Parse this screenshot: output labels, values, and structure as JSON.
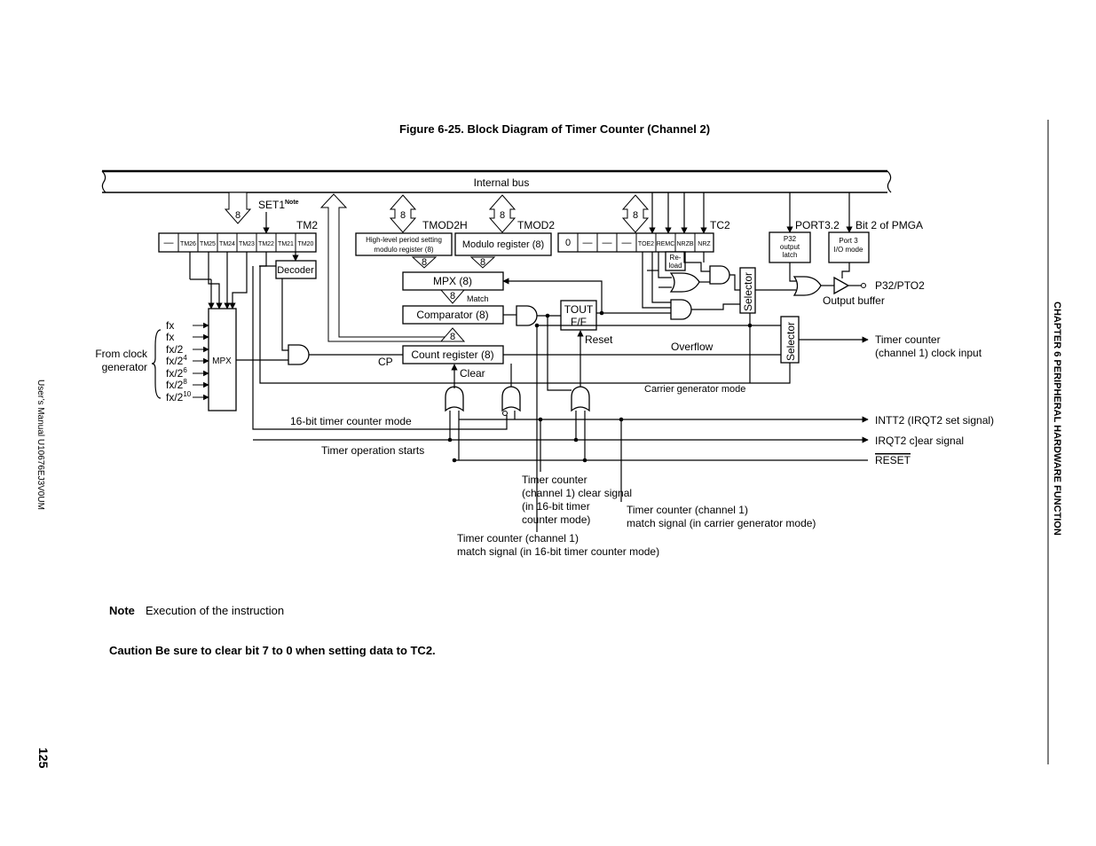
{
  "figure_title": "Figure 6-25.  Block Diagram of Timer Counter (Channel 2)",
  "side_header": "CHAPTER 6   PERIPHERAL HARDWARE FUNCTION",
  "side_manual": "User’s Manual  U10676EJ3V0UM",
  "page_number": "125",
  "diagram": {
    "internal_bus": "Internal bus",
    "set1": "SET1",
    "set1_note": "Note",
    "tm2_label": "TM2",
    "tm2_bits": [
      "—",
      "TM26",
      "TM25",
      "TM24",
      "TM23",
      "TM22",
      "TM21",
      "TM20"
    ],
    "tmod2h_label": "TMOD2H",
    "tmod2_label": "TMOD2",
    "tc2_label": "TC2",
    "tc2_bits": [
      "0",
      "—",
      "—",
      "—",
      "TOE2",
      "REMC",
      "NRZB",
      "NRZ"
    ],
    "port32_label": "PORT3.2",
    "pmga_label": "Bit 2 of PMGA",
    "p32_latch": [
      "P32",
      "output",
      "latch"
    ],
    "port3_mode": [
      "Port 3",
      "I/O mode"
    ],
    "highlevel_reg": [
      "High-level period setting",
      "modulo register (8)"
    ],
    "modulo_reg": "Modulo register (8)",
    "eight": "8",
    "decoder": "Decoder",
    "mpx8": "MPX (8)",
    "match": "Match",
    "comparator": "Comparator (8)",
    "tout_ff": [
      "TOUT",
      "F/F"
    ],
    "reset_label": "Reset",
    "count_reg": "Count register (8)",
    "cp": "CP",
    "clear": "Clear",
    "overflow": "Overflow",
    "reload": [
      "Re-",
      "load"
    ],
    "selector": "Selector",
    "mpx": "MPX",
    "clock_inputs": [
      "fx",
      "fx",
      "fx/2",
      "fx/2",
      "fx/2",
      "fx/2",
      "fx/2"
    ],
    "clock_exps": [
      "",
      "",
      "",
      "4",
      "6",
      "8",
      "10"
    ],
    "from_clock": [
      "From clock",
      "generator"
    ],
    "p32_pto2": "P32/PTO2",
    "output_buffer": "Output buffer",
    "timer_clock_out": [
      "Timer counter",
      "(channel 1) clock input"
    ],
    "carrier_mode": "Carrier generator mode",
    "mode_16bit": "16-bit timer counter mode",
    "intt2": "INTT2 (IRQT2 set signal)",
    "irqt2_clear": "IRQT2 c]ear signal",
    "reset_signal": "RESET",
    "timer_op_starts": "Timer operation starts",
    "ch1_clear": [
      "Timer counter",
      "(channel 1) clear signal",
      "(in 16-bit timer",
      "counter mode)"
    ],
    "ch1_match_carrier": [
      "Timer counter (channel 1)",
      "match signal (in carrier generator mode)"
    ],
    "ch1_match_16": [
      "Timer counter (channel 1)",
      "match signal (in 16-bit timer counter mode)"
    ]
  },
  "note_label": "Note",
  "note_text": "Execution of the instruction",
  "caution": "Caution  Be sure to clear bit 7 to 0 when setting data to TC2."
}
